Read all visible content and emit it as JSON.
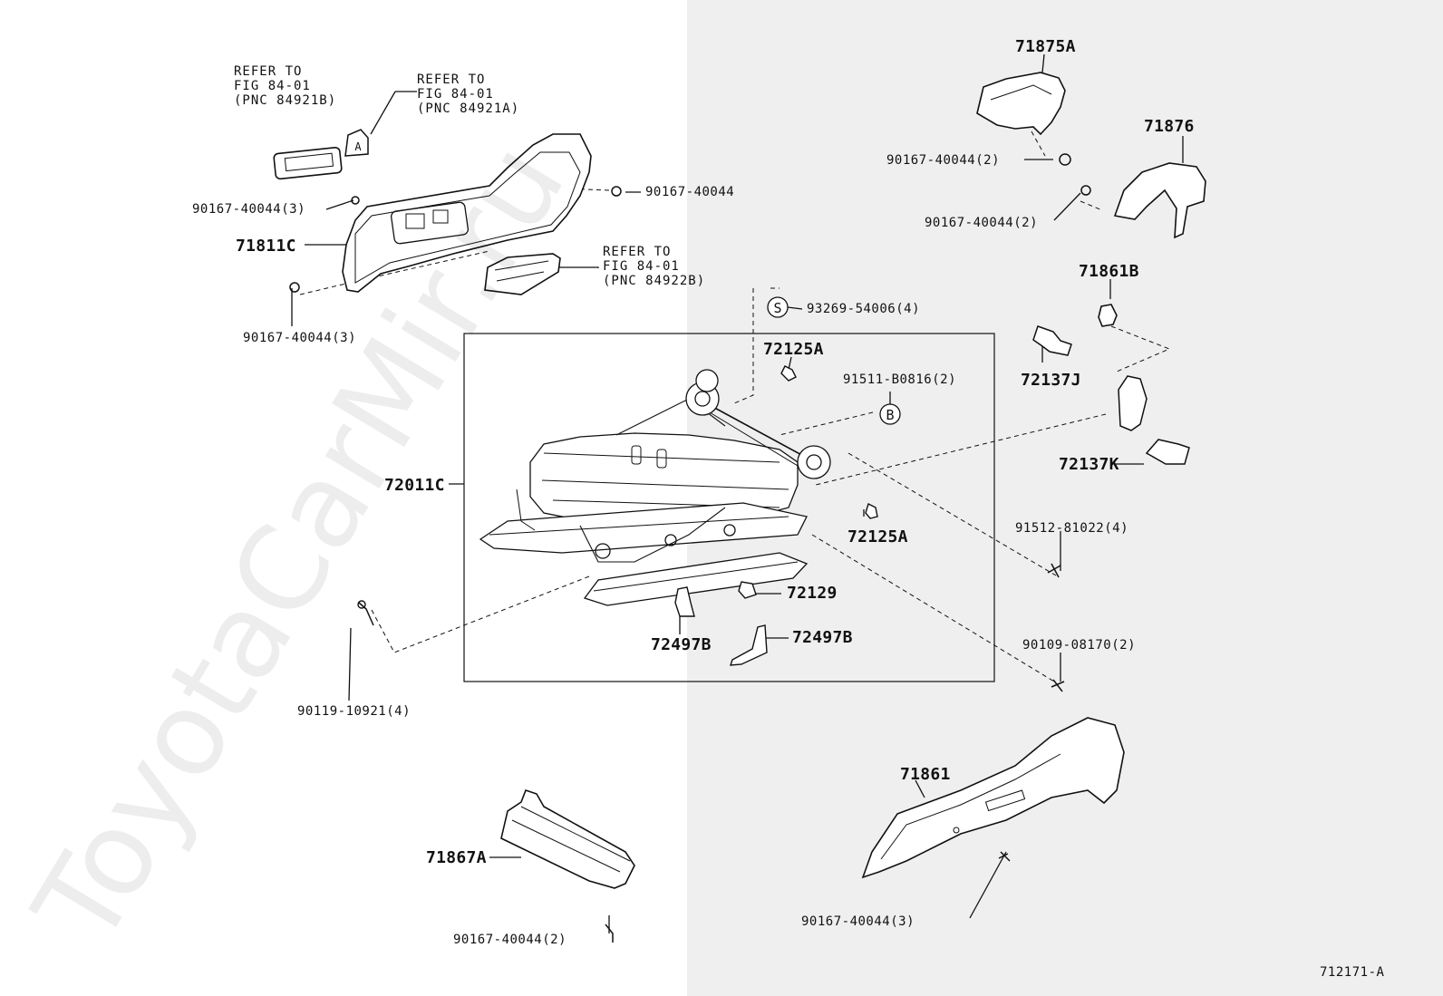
{
  "watermark": "ToyotaCarMir.ru",
  "figure_code": "712171-A",
  "refs": {
    "r1": {
      "line1": "REFER TO",
      "line2": "FIG 84-01",
      "line3": "(PNC 84921B)"
    },
    "r2": {
      "line1": "REFER TO",
      "line2": "FIG 84-01",
      "line3": "(PNC 84921A)"
    },
    "r3": {
      "line1": "REFER TO",
      "line2": "FIG 84-01",
      "line3": "(PNC 84922B)"
    }
  },
  "labels": {
    "p71875A": "71875A",
    "p71876": "71876",
    "p71861B": "71861B",
    "p71811C": "71811C",
    "p72011C": "72011C",
    "p72125A_top": "72125A",
    "p72125A_mid": "72125A",
    "p72137J": "72137J",
    "p72137K": "72137K",
    "p72129": "72129",
    "p72497B_left": "72497B",
    "p72497B_right": "72497B",
    "p71861": "71861",
    "p71867A": "71867A",
    "b90167_3_left": "90167-40044(3)",
    "b90167_single": "90167-40044",
    "b90167_3_lower": "90167-40044(3)",
    "b90167_2_a": "90167-40044(2)",
    "b90167_2_b": "90167-40044(2)",
    "b93269": "93269-54006(4)",
    "b91511": "91511-B0816(2)",
    "b91512": "91512-81022(4)",
    "b90109": "90109-08170(2)",
    "b90119": "90119-10921(4)",
    "b90167_3_bottom": "90167-40044(3)",
    "b90167_2_bottom": "90167-40044(2)"
  },
  "callouts": {
    "S": "S",
    "B": "B",
    "A": "A"
  }
}
